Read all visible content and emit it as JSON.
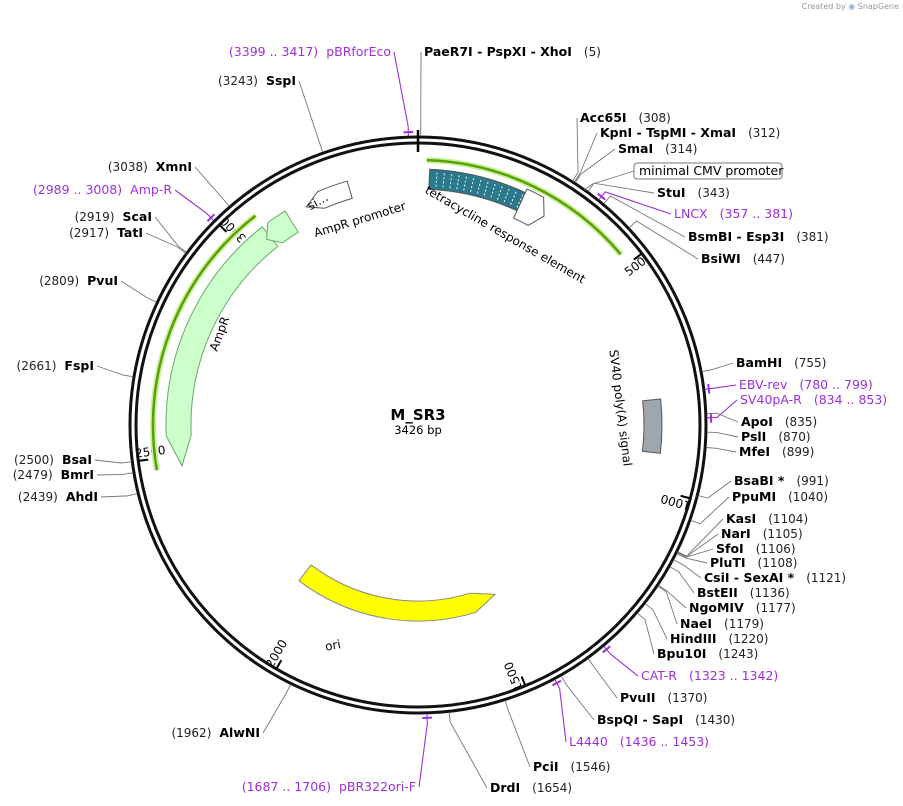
{
  "header": {
    "created_by": "Created by",
    "brand": "SnapGene"
  },
  "plasmid": {
    "name": "M_SR3",
    "length_label": "3426 bp",
    "length": 3426
  },
  "colors": {
    "backbone": "#111111",
    "primer": "#9b30d9",
    "orf_highlight": "#5aa000",
    "ampR_fill": "#ccffcc",
    "promoter_fill": "#ffffff",
    "tre_fill": "#2a7a8c",
    "ori_fill": "#ffff00",
    "polyA_fill": "#9ea6ae"
  },
  "ticks": [
    {
      "label": "500",
      "pos": 500
    },
    {
      "label": "1000",
      "pos": 1000
    },
    {
      "label": "1500",
      "pos": 1500
    },
    {
      "label": "2000",
      "pos": 2000
    },
    {
      "label": "2500",
      "pos": 2500
    },
    {
      "label": "3000",
      "pos": 3000
    }
  ],
  "features": [
    {
      "name": "ampr",
      "label": "AmpR",
      "start": 2476,
      "end": 3063,
      "strand": -1,
      "kind": "ampR"
    },
    {
      "name": "ampr-promoter",
      "label": "AmpR promoter",
      "start": 3168,
      "end": 3272,
      "strand": -1,
      "kind": "promoter"
    },
    {
      "name": "signal-peptide",
      "label": "si…",
      "start": 3053,
      "end": 3123,
      "strand": -1,
      "kind": "ampR"
    },
    {
      "name": "tetracycline-response-element",
      "label": "tetracycline response element",
      "start": 25,
      "end": 288,
      "strand": -1,
      "kind": "tre"
    },
    {
      "name": "sv40-polya-signal",
      "label": "SV40 poly(A) signal",
      "start": 798,
      "end": 920,
      "strand": -1,
      "kind": "polyA"
    },
    {
      "name": "ori",
      "label": "ori",
      "start": 1480,
      "end": 2069,
      "strand": -1,
      "kind": "ori"
    }
  ],
  "boxed_label": {
    "text": "minimal CMV promoter"
  },
  "labels": [
    {
      "name": "pbrforeco",
      "pos_text": "(3399 .. 3417)",
      "label": "pBRforEco",
      "type": "primer",
      "anchor": 3408
    },
    {
      "name": "paer7i-pspxi-xhoi",
      "label": "PaeR7I - PspXI - XhoI",
      "pos_text": "(5)",
      "type": "enzyme",
      "anchor": 5
    },
    {
      "name": "sspi",
      "pos_text": "(3243)",
      "label": "SspI",
      "type": "enzyme",
      "anchor": 3243
    },
    {
      "name": "acc65i",
      "label": "Acc65I",
      "pos_text": "(308)",
      "type": "enzyme",
      "anchor": 308
    },
    {
      "name": "kpni-tspmi-xmai",
      "label": "KpnI - TspMI - XmaI",
      "pos_text": "(312)",
      "type": "enzyme",
      "anchor": 312
    },
    {
      "name": "smai",
      "label": "SmaI",
      "pos_text": "(314)",
      "type": "enzyme",
      "anchor": 314
    },
    {
      "name": "xmni",
      "pos_text": "(3038)",
      "label": "XmnI",
      "type": "enzyme",
      "anchor": 3038
    },
    {
      "name": "stui",
      "label": "StuI",
      "pos_text": "(343)",
      "type": "enzyme",
      "anchor": 343
    },
    {
      "name": "amp-r-primer",
      "pos_text": "(2989 .. 3008)",
      "label": "Amp-R",
      "type": "primer",
      "anchor": 2998
    },
    {
      "name": "lncx-primer",
      "label": "LNCX",
      "pos_text": "(357 .. 381)",
      "type": "primer",
      "anchor": 369
    },
    {
      "name": "scai",
      "pos_text": "(2919)",
      "label": "ScaI",
      "type": "enzyme",
      "anchor": 2919
    },
    {
      "name": "tati",
      "pos_text": "(2917)",
      "label": "TatI",
      "type": "enzyme",
      "anchor": 2917
    },
    {
      "name": "bsmbi-esp3i",
      "label": "BsmBI - Esp3I",
      "pos_text": "(381)",
      "type": "enzyme",
      "anchor": 381
    },
    {
      "name": "bsiwi",
      "label": "BsiWI",
      "pos_text": "(447)",
      "type": "enzyme",
      "anchor": 447
    },
    {
      "name": "pvui",
      "pos_text": "(2809)",
      "label": "PvuI",
      "type": "enzyme",
      "anchor": 2809
    },
    {
      "name": "bamhi",
      "label": "BamHI",
      "pos_text": "(755)",
      "type": "enzyme",
      "anchor": 755
    },
    {
      "name": "fspi",
      "pos_text": "(2661)",
      "label": "FspI",
      "type": "enzyme",
      "anchor": 2661
    },
    {
      "name": "ebv-rev-primer",
      "label": "EBV-rev",
      "pos_text": "(780 .. 799)",
      "type": "primer",
      "anchor": 789
    },
    {
      "name": "sv40pa-r-primer",
      "label": "SV40pA-R",
      "pos_text": "(834 .. 853)",
      "type": "primer",
      "anchor": 843
    },
    {
      "name": "apoi",
      "label": "ApoI",
      "pos_text": "(835)",
      "type": "enzyme",
      "anchor": 835
    },
    {
      "name": "psli",
      "label": "PslI",
      "pos_text": "(870)",
      "type": "enzyme",
      "anchor": 870
    },
    {
      "name": "mfei",
      "label": "MfeI",
      "pos_text": "(899)",
      "type": "enzyme",
      "anchor": 899
    },
    {
      "name": "bsai",
      "pos_text": "(2500)",
      "label": "BsaI",
      "type": "enzyme",
      "anchor": 2500
    },
    {
      "name": "bmri",
      "pos_text": "(2479)",
      "label": "BmrI",
      "type": "enzyme",
      "anchor": 2479
    },
    {
      "name": "ahdi",
      "pos_text": "(2439)",
      "label": "AhdI",
      "type": "enzyme",
      "anchor": 2439
    },
    {
      "name": "bsabi",
      "label": "BsaBI *",
      "pos_text": "(991)",
      "type": "enzyme",
      "anchor": 991
    },
    {
      "name": "ppumi",
      "label": "PpuMI",
      "pos_text": "(1040)",
      "type": "enzyme",
      "anchor": 1040
    },
    {
      "name": "kasi",
      "label": "KasI",
      "pos_text": "(1104)",
      "type": "enzyme",
      "anchor": 1104
    },
    {
      "name": "nari",
      "label": "NarI",
      "pos_text": "(1105)",
      "type": "enzyme",
      "anchor": 1105
    },
    {
      "name": "sfoi",
      "label": "SfoI",
      "pos_text": "(1106)",
      "type": "enzyme",
      "anchor": 1106
    },
    {
      "name": "pluti",
      "label": "PluTI",
      "pos_text": "(1108)",
      "type": "enzyme",
      "anchor": 1108
    },
    {
      "name": "csii-sexai",
      "label": "CsiI - SexAI *",
      "pos_text": "(1121)",
      "type": "enzyme",
      "anchor": 1121
    },
    {
      "name": "bsteii",
      "label": "BstEII",
      "pos_text": "(1136)",
      "type": "enzyme",
      "anchor": 1136
    },
    {
      "name": "ngomiv",
      "label": "NgoMIV",
      "pos_text": "(1177)",
      "type": "enzyme",
      "anchor": 1177
    },
    {
      "name": "naei",
      "label": "NaeI",
      "pos_text": "(1179)",
      "type": "enzyme",
      "anchor": 1179
    },
    {
      "name": "hindiii",
      "label": "HindIII",
      "pos_text": "(1220)",
      "type": "enzyme",
      "anchor": 1220
    },
    {
      "name": "bpu10i",
      "label": "Bpu10I",
      "pos_text": "(1243)",
      "type": "enzyme",
      "anchor": 1243
    },
    {
      "name": "cat-r-primer",
      "label": "CAT-R",
      "pos_text": "(1323 .. 1342)",
      "type": "primer",
      "anchor": 1332
    },
    {
      "name": "pvuii",
      "label": "PvuII",
      "pos_text": "(1370)",
      "type": "enzyme",
      "anchor": 1370
    },
    {
      "name": "bspqi-sapi",
      "label": "BspQI - SapI",
      "pos_text": "(1430)",
      "type": "enzyme",
      "anchor": 1430
    },
    {
      "name": "l4440-primer",
      "label": "L4440",
      "pos_text": "(1436 .. 1453)",
      "type": "primer",
      "anchor": 1444
    },
    {
      "name": "alwni",
      "pos_text": "(1962)",
      "label": "AlwNI",
      "type": "enzyme",
      "anchor": 1962
    },
    {
      "name": "pci",
      "label": "PciI",
      "pos_text": "(1546)",
      "type": "enzyme",
      "anchor": 1546
    },
    {
      "name": "pbr322ori-f-primer",
      "pos_text": "(1687 .. 1706)",
      "label": "pBR322ori-F",
      "type": "primer",
      "anchor": 1696
    },
    {
      "name": "drdi",
      "label": "DrdI",
      "pos_text": "(1654)",
      "type": "enzyme",
      "anchor": 1654
    }
  ]
}
